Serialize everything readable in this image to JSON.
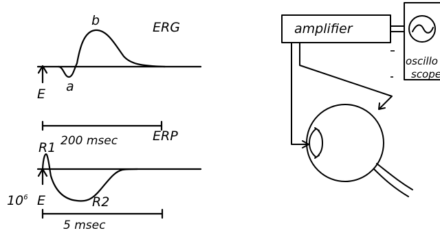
{
  "erg_panel": {
    "title": "ERG",
    "peak_a": "a",
    "peak_b": "b",
    "stimulus_label": "E",
    "scale_label": "200 msec"
  },
  "erp_panel": {
    "title": "ERP",
    "peak_r1": "R1",
    "peak_r2": "R2",
    "gain_label": "10",
    "gain_exponent": "6",
    "stimulus_label": "E",
    "scale_label": "5 msec"
  },
  "apparatus": {
    "amplifier_label": "amplifier",
    "oscilloscope_label_line1": "oscillo",
    "oscilloscope_label_line2": "scope"
  }
}
